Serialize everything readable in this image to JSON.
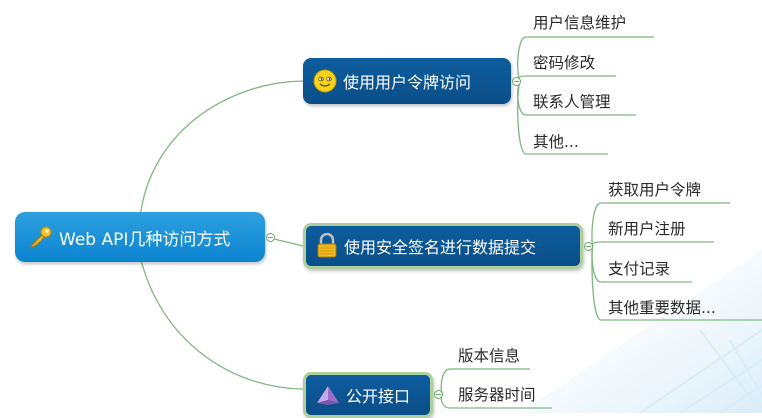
{
  "colors": {
    "root": "#0b84cf",
    "branch": "#0a4e88",
    "connector": "#7fb77f",
    "text": "#2a2a2a"
  },
  "root": {
    "label": "Web  API几种访问方式",
    "icon": "key-icon"
  },
  "branches": [
    {
      "label": "使用用户令牌访问",
      "icon": "smiley-icon",
      "children": [
        "用户信息维护",
        "密码修改",
        "联系人管理",
        "其他..."
      ]
    },
    {
      "label": "使用安全签名进行数据提交",
      "icon": "lock-icon",
      "children": [
        "获取用户令牌",
        "新用户注册",
        "支付记录",
        "其他重要数据..."
      ]
    },
    {
      "label": "公开接口",
      "icon": "pyramid-icon",
      "children": [
        "版本信息",
        "服务器时间"
      ]
    }
  ]
}
